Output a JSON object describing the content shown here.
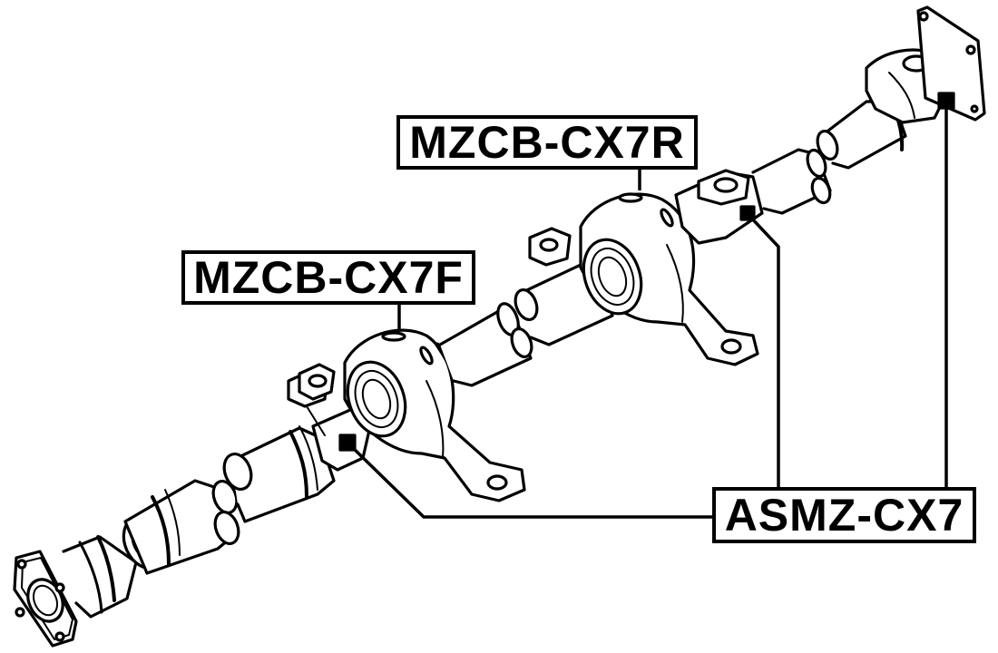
{
  "diagram": {
    "subject": "Rear propeller shaft (drive shaft) assembly with two center support bearings",
    "line_color": "#000000",
    "background_color": "#ffffff",
    "labels": [
      {
        "id": "rear-center-bearing",
        "text": "MZCB-CX7R",
        "points_to": "rear center support bearing bracket"
      },
      {
        "id": "front-center-bearing",
        "text": "MZCB-CX7F",
        "points_to": "front center support bearing bracket"
      },
      {
        "id": "universal-joint",
        "text": "ASMZ-CX7",
        "points_to": "universal joints (3 locations)",
        "callout_count": 3
      }
    ],
    "components": [
      "front flange yoke",
      "front shaft tube",
      "front universal joint",
      "front center support bearing",
      "intermediate shaft tube",
      "middle universal joint",
      "rear center support bearing",
      "rear shaft tube",
      "rear universal joint",
      "rear flange yoke"
    ]
  }
}
